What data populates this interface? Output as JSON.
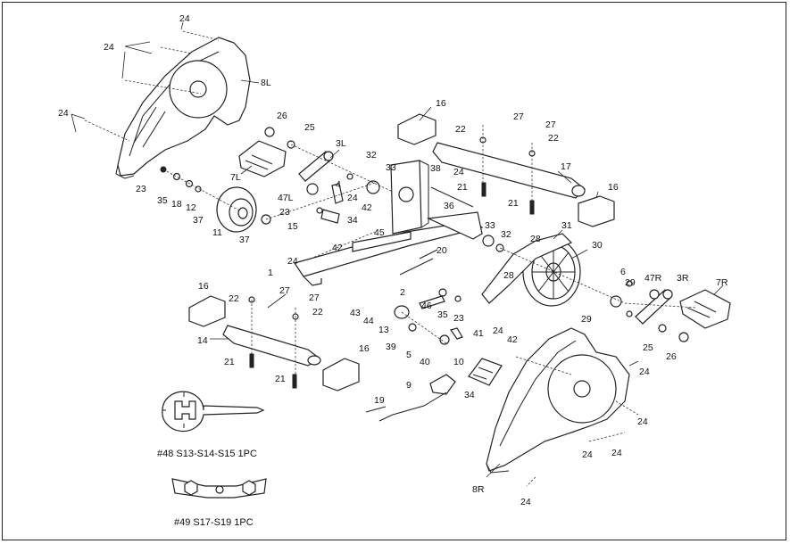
{
  "labels": {
    "p24a": "24",
    "p24b": "24",
    "p8L": "8L",
    "p24c": "24",
    "p26": "26",
    "p25a": "25",
    "p3L": "3L",
    "p7L": "7L",
    "p32a": "32",
    "p33a": "33",
    "p47L": "47L",
    "p24d": "24",
    "p4": "4",
    "p42a": "42",
    "p23a": "23",
    "p35a": "35",
    "p18": "18",
    "p12": "12",
    "p37a": "37",
    "p11": "11",
    "p37b": "37",
    "p23b": "23",
    "p15": "15",
    "p34a": "34",
    "p45": "45",
    "p42b": "42",
    "p24e": "24",
    "p1": "1",
    "p16a": "16",
    "p22a": "22",
    "p27a": "27",
    "p27b": "27",
    "p22b": "22",
    "p17": "17",
    "p38": "38",
    "p24f": "24",
    "p21a": "21",
    "p36": "36",
    "p21b": "21",
    "p16b": "16",
    "p33b": "33",
    "p32b": "32",
    "p31": "31",
    "p28a": "28",
    "p28b": "28",
    "p30": "30",
    "p20": "20",
    "p2": "2",
    "p16c": "16",
    "p22c": "22",
    "p27c": "27",
    "p27d": "27",
    "p22d": "22",
    "p43": "43",
    "p44": "44",
    "p46": "46",
    "p35b": "35",
    "p23c": "23",
    "p13": "13",
    "p39": "39",
    "p41": "41",
    "p5": "5",
    "p40": "40",
    "p14": "14",
    "p21c": "21",
    "p21d": "21",
    "p16d": "16",
    "p10": "10",
    "p9": "9",
    "p34b": "34",
    "p19": "19",
    "p24g": "24",
    "p42c": "42",
    "p6": "6",
    "p29a": "29",
    "p29b": "29",
    "p47R": "47R",
    "p3R": "3R",
    "p7R": "7R",
    "p25b": "25",
    "p26b": "26",
    "p24h": "24",
    "p24i": "24",
    "p8R": "8R",
    "p24j": "24",
    "p24k": "24",
    "p24l": "24"
  },
  "tools": {
    "wrench_caption": "#48 S13-S14-S15 1PC",
    "spanner_caption": "#49 S17-S19 1PC"
  },
  "icons": {
    "multi_wrench": "allen-wrench-icon",
    "spanner": "double-spanner-icon"
  }
}
